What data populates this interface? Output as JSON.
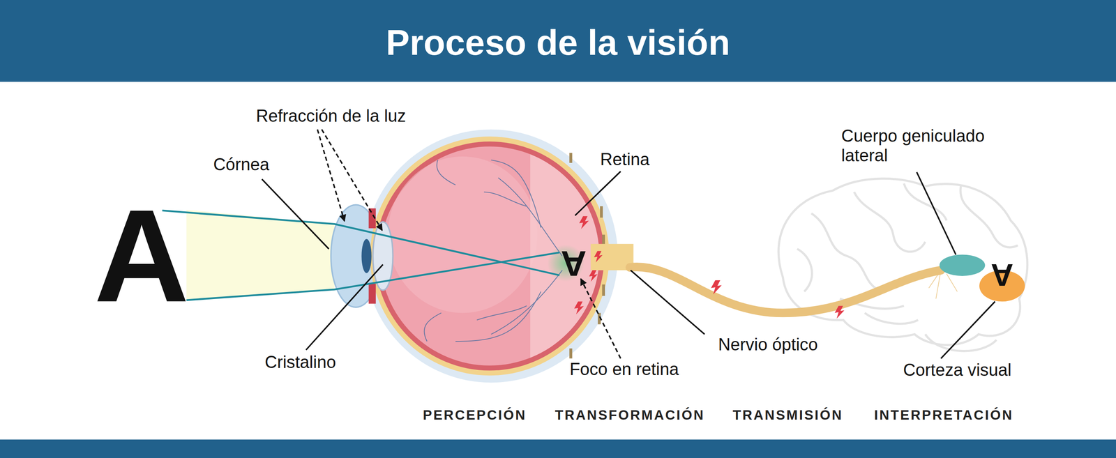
{
  "diagram": {
    "title": "Proceso de la visión",
    "labels": [
      "Refracción de la luz",
      "Córnea",
      "A",
      "Cristalino",
      "Retina",
      "A",
      "Foco en retina",
      "Nervio óptico",
      "Cuerpo geniculado lateral",
      "A",
      "Corteza visual",
      "PERCEPCIÓN",
      "TRANSFORMACIÓN",
      "TRANSMISIÓN",
      "INTERPRETACIÓN"
    ]
  }
}
